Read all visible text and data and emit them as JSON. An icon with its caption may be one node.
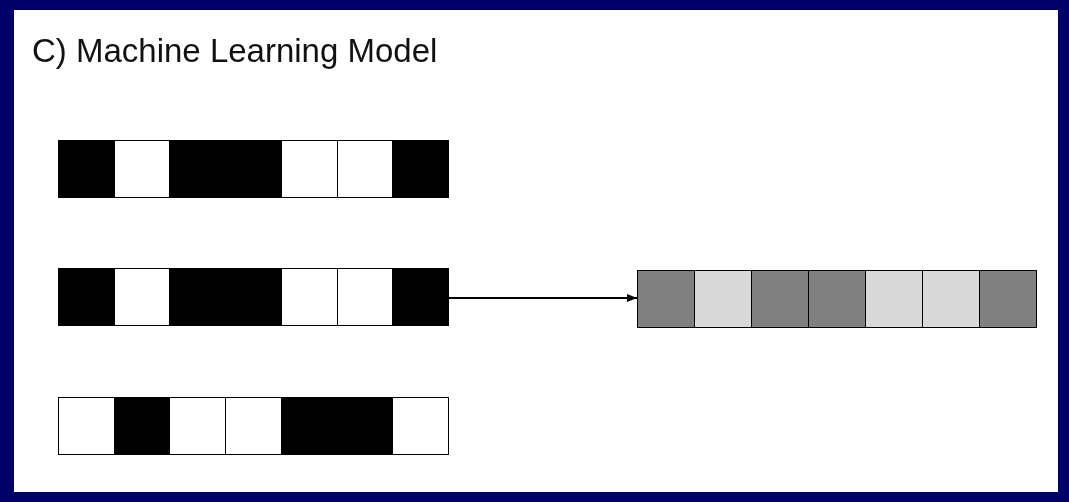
{
  "diagram": {
    "title": "C) Machine Learning Model",
    "nodes": [
      {
        "text": [],
        "shape": "bar"
      },
      {
        "text": [],
        "shape": "bar"
      },
      {
        "text": [],
        "shape": "bar"
      },
      {
        "text": [],
        "shape": "bar"
      }
    ],
    "edges": [
      {
        "from": 1,
        "to": 3,
        "arrow": "to"
      }
    ]
  }
}
